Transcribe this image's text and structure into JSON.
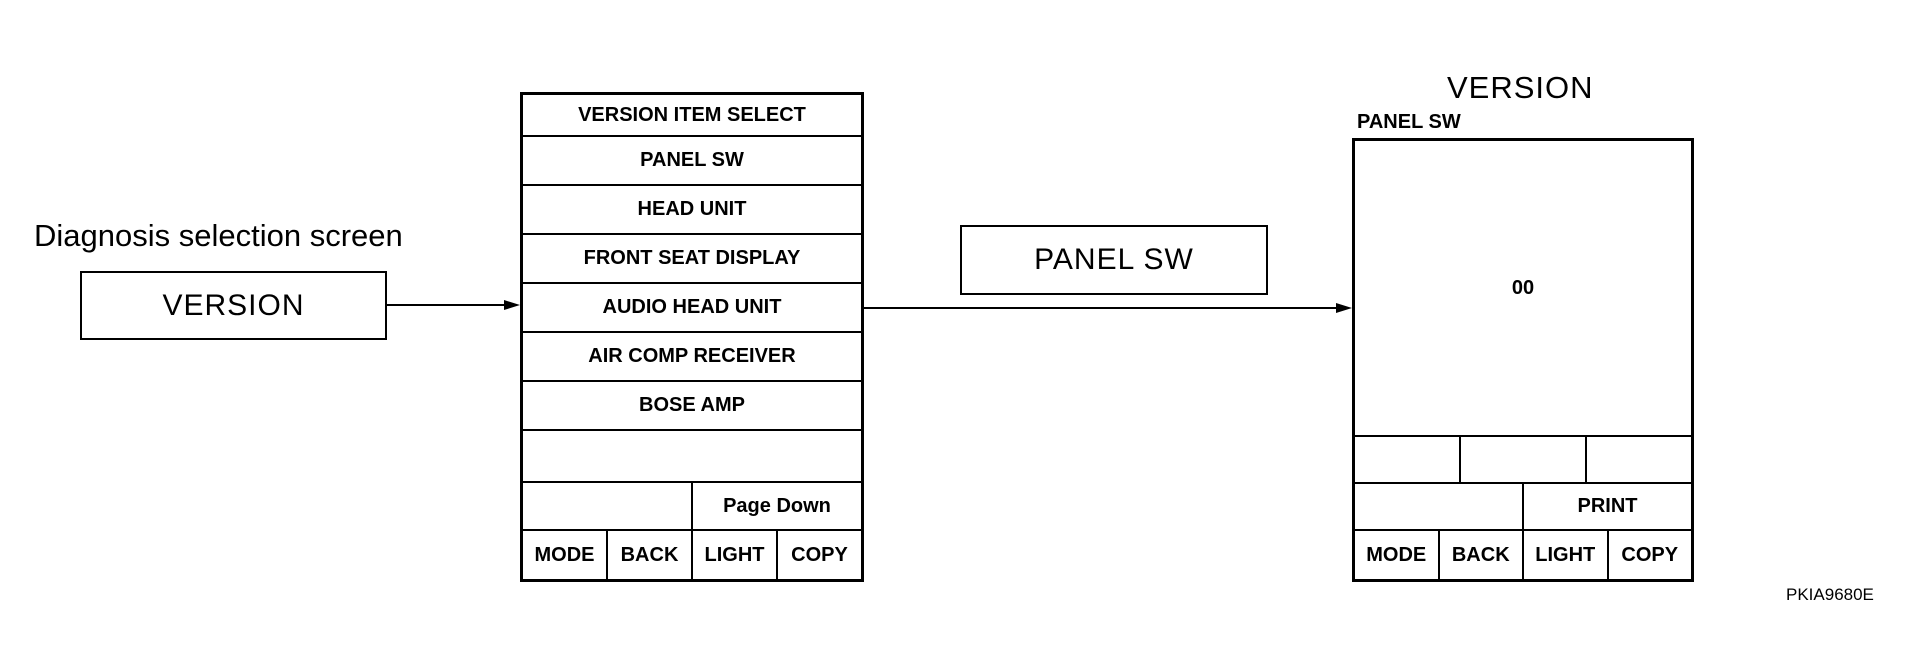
{
  "selection": {
    "caption": "Diagnosis selection screen",
    "version_button": "VERSION"
  },
  "menu": {
    "title": "VERSION  ITEM SELECT",
    "items": [
      "PANEL SW",
      "HEAD UNIT",
      "FRONT SEAT DISPLAY",
      "AUDIO HEAD UNIT",
      "AIR COMP RECEIVER",
      "BOSE AMP"
    ],
    "page_down": "Page Down",
    "buttons": [
      "MODE",
      "BACK",
      "LIGHT",
      "COPY"
    ]
  },
  "transition_label": "PANEL SW",
  "result": {
    "title": "VERSION",
    "subtitle": "PANEL SW",
    "value": "00",
    "print": "PRINT",
    "buttons": [
      "MODE",
      "BACK",
      "LIGHT",
      "COPY"
    ]
  },
  "figure_code": "PKIA9680E"
}
